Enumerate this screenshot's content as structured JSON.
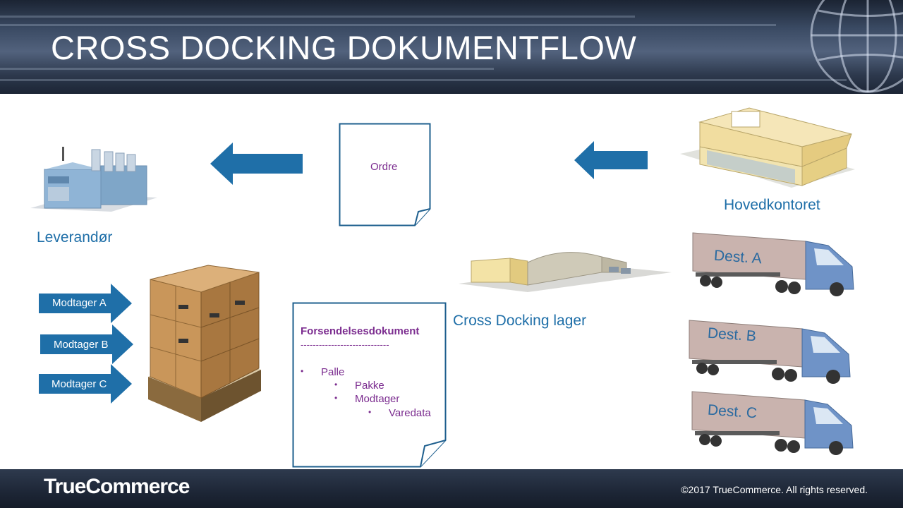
{
  "slide": {
    "title": "CROSS DOCKING DOKUMENTFLOW"
  },
  "entities": {
    "supplier": "Leverandør",
    "headquarters": "Hovedkontoret",
    "warehouse": "Cross Docking lager"
  },
  "order_doc": {
    "label": "Ordre"
  },
  "shipping_doc": {
    "title": "Forsendelsesdokument",
    "divider": "-----------------------------",
    "bullet": "•",
    "items": [
      "Palle",
      "Pakke",
      "Modtager",
      "Varedata"
    ]
  },
  "receivers": [
    "Modtager A",
    "Modtager B",
    "Modtager C"
  ],
  "trucks": [
    "Dest. A",
    "Dest. B",
    "Dest. C"
  ],
  "footer": {
    "logo": "TrueCommerce",
    "copyright": "©2017 TrueCommerce. All rights reserved."
  },
  "colors": {
    "accent_blue": "#1f6fa8",
    "doc_purple": "#7b2c8f",
    "doc_border": "#1e5f8e"
  }
}
